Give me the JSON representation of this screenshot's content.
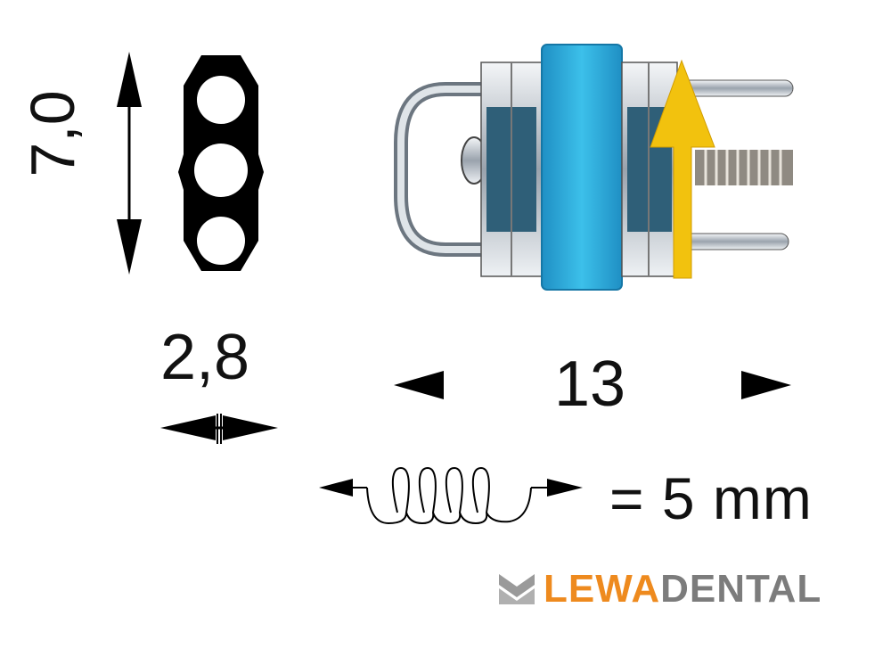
{
  "diagram": {
    "height_dimension": {
      "value": "7,0",
      "orientation": "vertical"
    },
    "width_dimension": {
      "value": "2,8"
    },
    "length_dimension": {
      "value": "13"
    },
    "spring_legend": {
      "text": "= 5 mm"
    },
    "product": {
      "description": "expansion screw with blue body, U-shaped wire arms and yellow activation arrow"
    },
    "colors": {
      "body_blue": "#2aa9d8",
      "arrow_yellow": "#f2c20e",
      "metal": "#c7ccd2",
      "outline": "#000000"
    }
  },
  "logo": {
    "part1": "LEWA",
    "part2": "DENTAL",
    "color1": "#ee8a1e",
    "color2": "#7c7c7c"
  }
}
